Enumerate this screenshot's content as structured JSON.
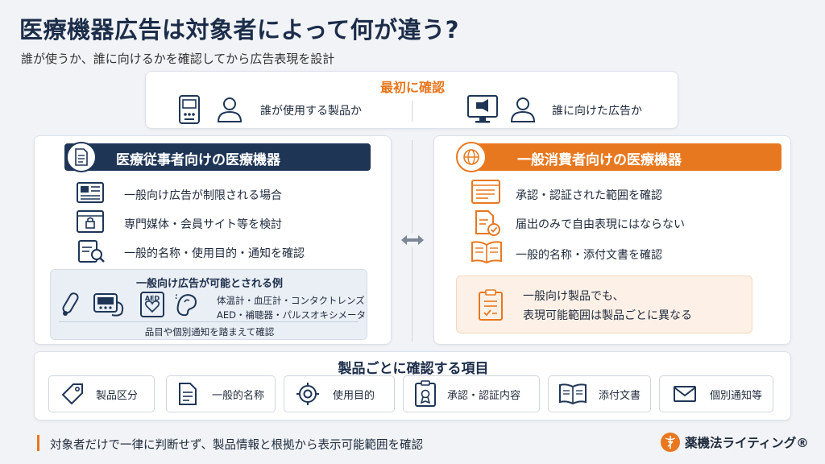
{
  "header": {
    "title": "医療機器広告は対象者によって何が違う?",
    "subtitle": "誰が使うか、誰に向けるかを確認してから広告表現を設計"
  },
  "first_check": {
    "title": "最初に確認",
    "left_label": "誰が使用する製品か",
    "right_label": "誰に向けた広告か"
  },
  "professional": {
    "heading": "医療従事者向けの医療機器",
    "items": [
      "一般向け広告が制限される場合",
      "専門媒体・会員サイト等を検討",
      "一般的名称・使用目的・通知を確認"
    ],
    "example": {
      "title": "一般向け広告が可能とされる例",
      "aed_label": "AED",
      "line1": "体温計・血圧計・コンタクトレンズ",
      "line2": "AED・補聴器・パルスオキシメータ",
      "footnote": "品目や個別通知を踏まえて確認"
    }
  },
  "consumer": {
    "heading": "一般消費者向けの医療機器",
    "items": [
      "承認・認証された範囲を確認",
      "届出のみで自由表現にはならない",
      "一般的名称・添付文書を確認"
    ],
    "note": {
      "line1": "一般向け製品でも、",
      "line2": "表現可能範囲は製品ごとに異なる"
    }
  },
  "check_items": {
    "title": "製品ごとに確認する項目",
    "chips": [
      "製品区分",
      "一般的名称",
      "使用目的",
      "承認・認証内容",
      "添付文書",
      "個別通知等"
    ]
  },
  "footer": {
    "text": "対象者だけで一律に判断せず、製品情報と根拠から表示可能範囲を確認",
    "brand": "薬機法ライティング®"
  },
  "colors": {
    "navy": "#1e3556",
    "orange": "#e8781f",
    "background": "#f1f3f6"
  }
}
